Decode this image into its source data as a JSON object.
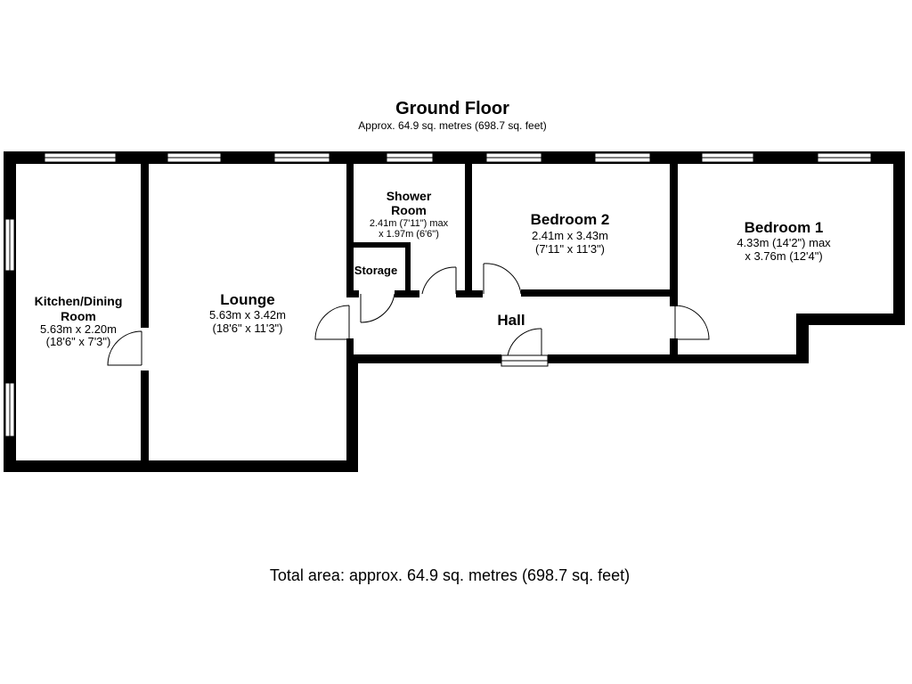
{
  "floor": {
    "title": "Ground Floor",
    "subtitle": "Approx. 64.9 sq. metres (698.7 sq. feet)"
  },
  "rooms": {
    "kitchen": {
      "name_1": "Kitchen/Dining",
      "name_2": "Room",
      "dim_1": "5.63m x 2.20m",
      "dim_2": "(18'6\" x 7'3\")"
    },
    "lounge": {
      "name": "Lounge",
      "dim_1": "5.63m x 3.42m",
      "dim_2": "(18'6\" x 11'3\")"
    },
    "shower": {
      "name_1": "Shower",
      "name_2": "Room",
      "dim_1": "2.41m (7'11\") max",
      "dim_2": "x 1.97m (6'6\")"
    },
    "storage": {
      "name": "Storage"
    },
    "bedroom2": {
      "name": "Bedroom 2",
      "dim_1": "2.41m x 3.43m",
      "dim_2": "(7'11\" x 11'3\")"
    },
    "bedroom1": {
      "name": "Bedroom 1",
      "dim_1": "4.33m (14'2\") max",
      "dim_2": "x 3.76m (12'4\")"
    },
    "hall": {
      "name": "Hall"
    }
  },
  "total_area": "Total area: approx. 64.9 sq. metres (698.7 sq. feet)"
}
